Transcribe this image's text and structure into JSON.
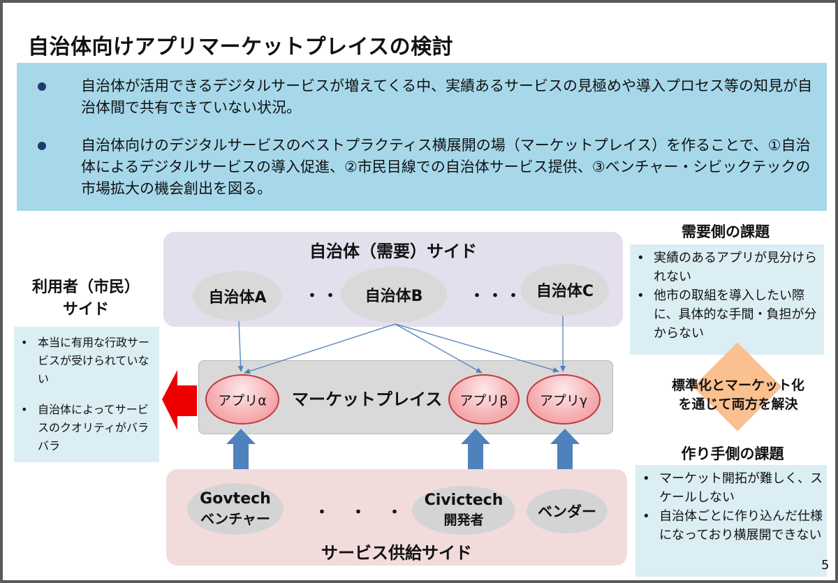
{
  "title": "自治体向けアプリマーケットプレイスの検討",
  "summary": {
    "bullets": [
      "自治体が活用できるデジタルサービスが増えてくる中、実績あるサービスの見極めや導入プロセス等の知見が自治体間で共有できていない状況。",
      "自治体向けのデジタルサービスのベストプラクティス横展開の場（マーケットプレイス）を作ることで、①自治体によるデジタルサービスの導入促進、②市民目線での自治体サービス提供、③ベンチャー・シビックテックの市場拡大の機会創出を図る。"
    ]
  },
  "user_side": {
    "title_line1": "利用者（市民）",
    "title_line2": "サイド",
    "issues": [
      "本当に有用な行政サービスが受けられていない",
      "自治体によってサービスのクオリティがバラバラ"
    ]
  },
  "demand_side": {
    "label": "自治体（需要）サイド",
    "municipalities": [
      "自治体A",
      "自治体B",
      "自治体C"
    ],
    "ellipsis": "・・・"
  },
  "marketplace": {
    "label": "マーケットプレイス",
    "apps": [
      "アプリα",
      "アプリβ",
      "アプリγ"
    ]
  },
  "supply_side": {
    "label": "サービス供給サイド",
    "providers": [
      {
        "line1": "Govtech",
        "line2": "ベンチャー"
      },
      {
        "line1": "Civictech",
        "line2": "開発者"
      },
      {
        "line1": "ベンダー",
        "line2": ""
      }
    ],
    "ellipsis": "・　・　・"
  },
  "demand_issues": {
    "title": "需要側の課題",
    "items": [
      "実績のあるアプリが見分けられない",
      "他市の取組を導入したい際に、具体的な手間・負担が分からない"
    ]
  },
  "resolution": {
    "line1": "標準化とマーケット化",
    "line2": "を通じて両方を解決"
  },
  "maker_issues": {
    "title": "作り手側の課題",
    "items": [
      "マーケット開拓が難しく、スケールしない",
      "自治体ごとに作り込んだ仕様になっており横展開できない"
    ]
  },
  "page_number": "5",
  "colors": {
    "summary_bg": "#a6d8ea",
    "demand_band": "#e4dfec",
    "supply_band": "#f2dcdb",
    "panel_bg": "#daeef3",
    "arrow_blue": "#4f81bd",
    "arrow_red": "#ee0000",
    "diamond": "#fac090"
  }
}
